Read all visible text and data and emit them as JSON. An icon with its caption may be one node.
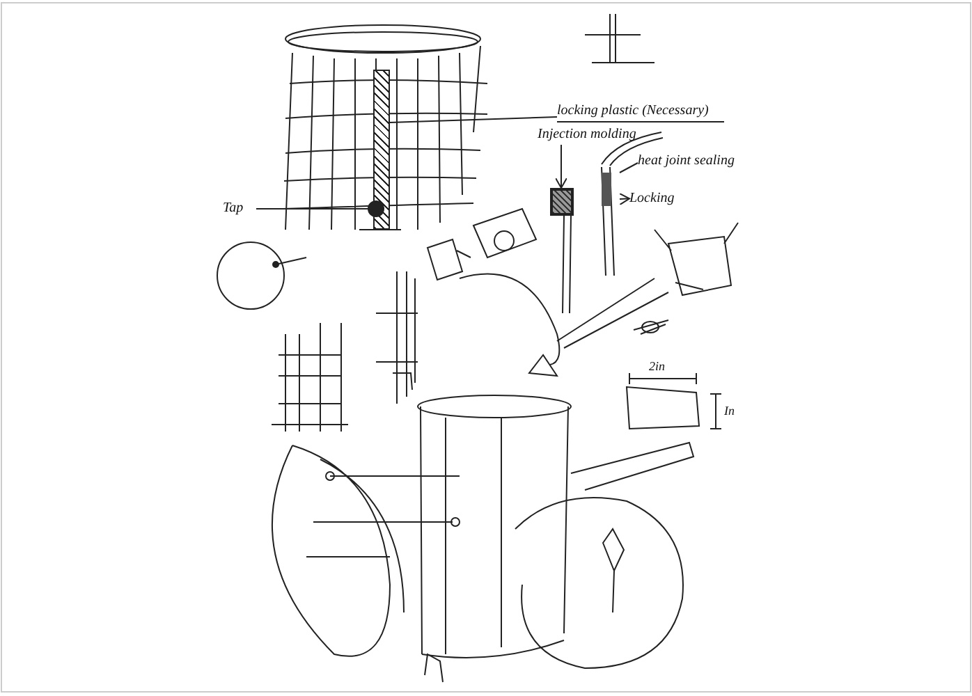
{
  "diagram": {
    "nodes": [
      {
        "text": [
          "locking plastic (Necessary)"
        ]
      },
      {
        "text": [],
        "shape": "bar"
      },
      {
        "text": [
          "Tap"
        ]
      },
      {
        "text": [],
        "shape": "circle"
      },
      {
        "text": [
          "Injection molding"
        ]
      },
      {
        "text": [],
        "shape": "box"
      },
      {
        "text": [
          "heat joint sealing"
        ]
      },
      {
        "text": [],
        "shape": "bar"
      },
      {
        "text": [
          "Locking"
        ]
      }
    ],
    "edges": [
      {
        "from": 0,
        "to": 1,
        "arrow": "none"
      },
      {
        "from": 2,
        "to": 3,
        "arrow": "none"
      },
      {
        "from": 4,
        "to": 5,
        "arrow": "to"
      },
      {
        "from": 6,
        "to": 7,
        "arrow": "none"
      },
      {
        "from": 7,
        "to": 8,
        "arrow": "to"
      }
    ],
    "labels": [
      "2in",
      "In"
    ]
  }
}
